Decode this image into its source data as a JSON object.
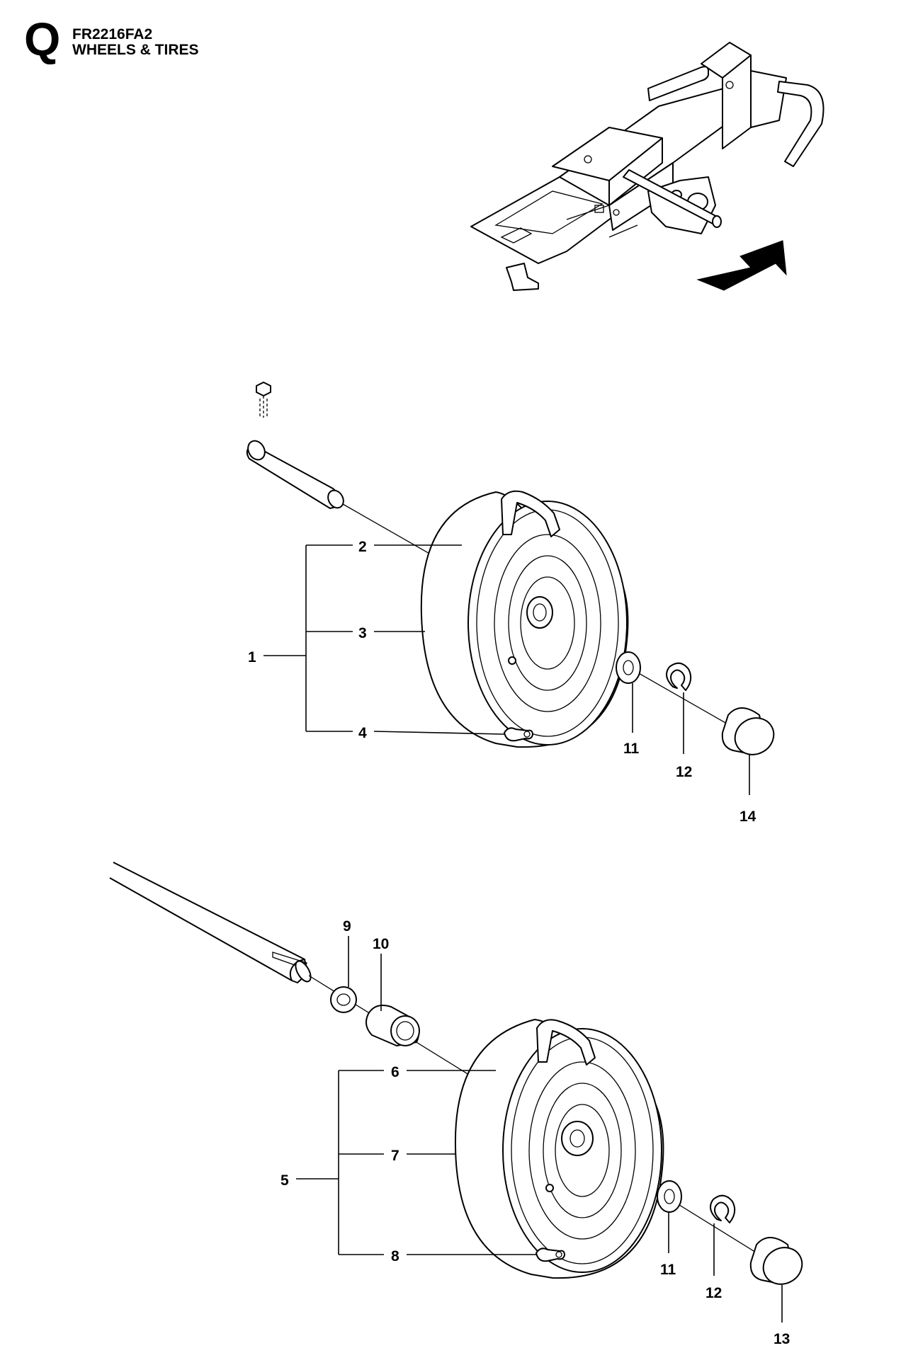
{
  "header": {
    "section_letter": "Q",
    "model_code": "FR2216FA2",
    "section_title": "WHEELS & TIRES"
  },
  "callouts": {
    "c1": "1",
    "c2": "2",
    "c3": "3",
    "c4": "4",
    "c5": "5",
    "c6": "6",
    "c7": "7",
    "c8": "8",
    "c9": "9",
    "c10": "10",
    "c11a": "11",
    "c12a": "12",
    "c14": "14",
    "c11b": "11",
    "c12b": "12",
    "c13": "13"
  }
}
